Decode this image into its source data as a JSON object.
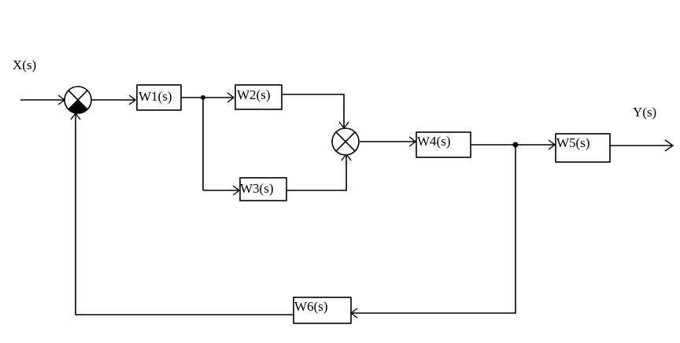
{
  "signals": {
    "input": "X(s)",
    "output": "Y(s)"
  },
  "blocks": {
    "w1": "W1(s)",
    "w2": "W2(s)",
    "w3": "W3(s)",
    "w4": "W4(s)",
    "w5": "W5(s)",
    "w6": "W6(s)"
  }
}
